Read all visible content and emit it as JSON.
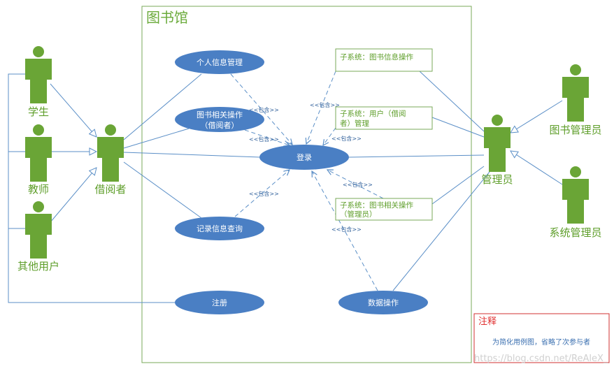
{
  "system": {
    "title": "图书馆"
  },
  "actors": {
    "student": "学生",
    "teacher": "教师",
    "other_user": "其他用户",
    "borrower": "借阅者",
    "admin": "管理员",
    "book_admin": "图书管理员",
    "system_admin": "系统管理员"
  },
  "use_cases": {
    "personal_info": "个人信息管理",
    "book_ops_line1": "图书相关操作",
    "book_ops_line2": "（借阅者）",
    "login": "登录",
    "records_query": "记录信息查询",
    "register": "注册",
    "data_ops": "数据操作"
  },
  "subsystems": {
    "book_info": "子系统：图书信息操作",
    "user_mgmt_line1": "子系统：用户（借阅",
    "user_mgmt_line2": "者）管理",
    "book_ops_admin_line1": "子系统：图书相关操作",
    "book_ops_admin_line2": "（管理员）"
  },
  "include_label": "<<包含>>",
  "note": {
    "title": "注释",
    "text": "为简化用例图，省略了次参与者"
  },
  "watermark": "https://blog.csdn.net/ReAleX_",
  "colors": {
    "actor": "#6aa536",
    "usecase": "#4a7fc4",
    "line": "#5b8fc7",
    "border": "#7aaa5a",
    "note_border": "#d03030"
  }
}
